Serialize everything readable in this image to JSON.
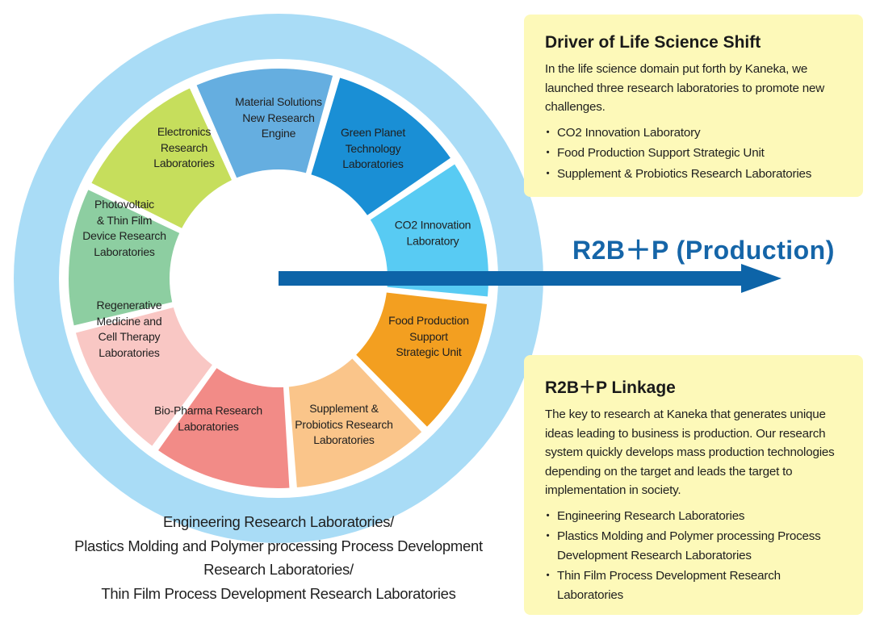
{
  "colors": {
    "outer_ring": "#a9dcf6",
    "arrow": "#0d64a8",
    "r2bp_text": "#1565a8",
    "box_bg": "#fdf9b9"
  },
  "wheel": {
    "segments": [
      {
        "label_lines": [
          "Material Solutions",
          "New Research",
          "Engine"
        ],
        "color": "#65aee0"
      },
      {
        "label_lines": [
          "Green Planet",
          "Technology",
          "Laboratories"
        ],
        "color": "#1a8fd5"
      },
      {
        "label_lines": [
          "CO2 Innovation",
          "Laboratory"
        ],
        "color": "#58cbf3"
      },
      {
        "label_lines": [
          "Food Production",
          "Support",
          "Strategic Unit"
        ],
        "color": "#f39f20"
      },
      {
        "label_lines": [
          "Supplement &",
          "Probiotics Research",
          "Laboratories"
        ],
        "color": "#fac58a"
      },
      {
        "label_lines": [
          "Bio-Pharma Research",
          "Laboratories"
        ],
        "color": "#f28b87"
      },
      {
        "label_lines": [
          "Regenerative",
          "Medicine and",
          "Cell Therapy",
          "Laboratories"
        ],
        "color": "#f9c7c4"
      },
      {
        "label_lines": [
          "Photovoltaic",
          "& Thin Film",
          "Device Research",
          "Laboratories"
        ],
        "color": "#8dcea1"
      },
      {
        "label_lines": [
          "Electronics",
          "Research",
          "Laboratories"
        ],
        "color": "#c6de5c"
      }
    ]
  },
  "caption_lines": [
    "Engineering Research Laboratories/",
    "Plastics Molding and Polymer processing Process Development",
    "Research Laboratories/",
    "Thin Film Process Development Research Laboratories"
  ],
  "arrow_label": "R2B＋P (Production)",
  "box_life_science": {
    "title": "Driver of Life Science Shift",
    "body": "In the life science domain put forth by Kaneka, we launched three research laboratories to promote new challenges.",
    "items": [
      "CO2 Innovation Laboratory",
      "Food Production Support Strategic Unit",
      "Supplement & Probiotics Research Laboratories"
    ]
  },
  "box_linkage": {
    "title": "R2B＋P Linkage",
    "body": "The key to research at Kaneka that generates unique ideas leading to business is production. Our research system quickly develops mass production technologies depending on the target and leads the target to implementation in society.",
    "items": [
      "Engineering Research Laboratories",
      "Plastics Molding and Polymer processing Process Development Research Laboratories",
      "Thin Film Process Development Research Laboratories"
    ]
  }
}
